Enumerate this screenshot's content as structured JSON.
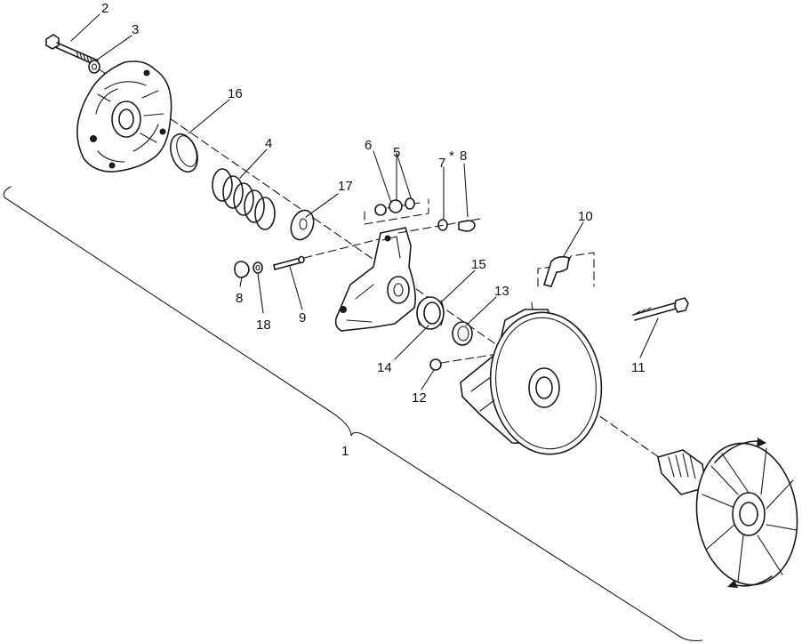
{
  "diagram": {
    "callouts": [
      {
        "id": "c2",
        "text": "2"
      },
      {
        "id": "c3",
        "text": "3"
      },
      {
        "id": "c16",
        "text": "16"
      },
      {
        "id": "c4",
        "text": "4"
      },
      {
        "id": "c6",
        "text": "6"
      },
      {
        "id": "c5",
        "text": "5"
      },
      {
        "id": "c7",
        "text": "7"
      },
      {
        "id": "cstar",
        "text": "*"
      },
      {
        "id": "c8a",
        "text": "8"
      },
      {
        "id": "c17",
        "text": "17"
      },
      {
        "id": "c10",
        "text": "10"
      },
      {
        "id": "c15",
        "text": "15"
      },
      {
        "id": "c13",
        "text": "13"
      },
      {
        "id": "c8b",
        "text": "8"
      },
      {
        "id": "c18",
        "text": "18"
      },
      {
        "id": "c9",
        "text": "9"
      },
      {
        "id": "c14",
        "text": "14"
      },
      {
        "id": "c12",
        "text": "12"
      },
      {
        "id": "c11",
        "text": "11"
      },
      {
        "id": "c1",
        "text": "1"
      }
    ]
  }
}
